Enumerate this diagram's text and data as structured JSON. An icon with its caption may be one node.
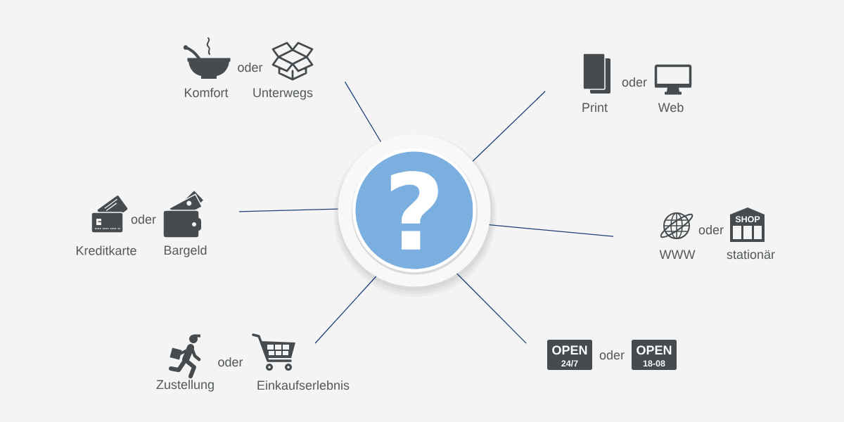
{
  "diagram": {
    "nodes": [
      {
        "text": [
          "?"
        ]
      },
      {
        "text": [
          "oder",
          "Komfort",
          "Unterwegs"
        ]
      },
      {
        "text": [
          "oder",
          "Print",
          "Web"
        ]
      },
      {
        "text": [
          "oder",
          "Kreditkarte",
          "Bargeld"
        ]
      },
      {
        "text": [
          "SHOP",
          "oder",
          "WWW",
          "stationär"
        ]
      },
      {
        "text": [
          "oder",
          "Zustellung",
          "Einkaufserlebnis"
        ]
      },
      {
        "text": [
          "OPEN",
          "24/7",
          "oder",
          "OPEN",
          "18-08"
        ]
      }
    ],
    "edges": [
      {
        "from": 0,
        "to": 1,
        "arrow": "none"
      },
      {
        "from": 0,
        "to": 2,
        "arrow": "none"
      },
      {
        "from": 0,
        "to": 3,
        "arrow": "none"
      },
      {
        "from": 0,
        "to": 4,
        "arrow": "none"
      },
      {
        "from": 0,
        "to": 5,
        "arrow": "none"
      },
      {
        "from": 0,
        "to": 6,
        "arrow": "none"
      }
    ]
  }
}
